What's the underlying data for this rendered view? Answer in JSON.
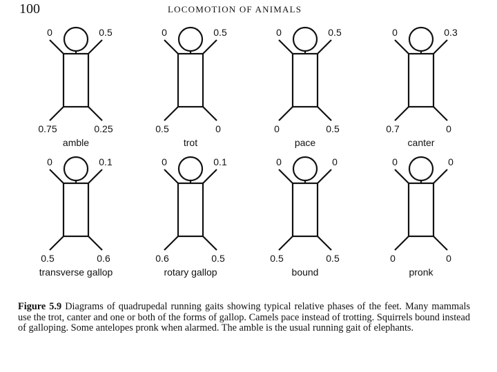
{
  "header": {
    "page_number": "100",
    "running_head": "LOCOMOTION OF ANIMALS"
  },
  "gaits": [
    {
      "name": "amble",
      "phases": {
        "left_fore": "0",
        "right_fore": "0.5",
        "left_hind": "0.75",
        "right_hind": "0.25"
      }
    },
    {
      "name": "trot",
      "phases": {
        "left_fore": "0",
        "right_fore": "0.5",
        "left_hind": "0.5",
        "right_hind": "0"
      }
    },
    {
      "name": "pace",
      "phases": {
        "left_fore": "0",
        "right_fore": "0.5",
        "left_hind": "0",
        "right_hind": "0.5"
      }
    },
    {
      "name": "canter",
      "phases": {
        "left_fore": "0",
        "right_fore": "0.3",
        "left_hind": "0.7",
        "right_hind": "0"
      }
    },
    {
      "name": "transverse gallop",
      "phases": {
        "left_fore": "0",
        "right_fore": "0.1",
        "left_hind": "0.5",
        "right_hind": "0.6"
      }
    },
    {
      "name": "rotary gallop",
      "phases": {
        "left_fore": "0",
        "right_fore": "0.1",
        "left_hind": "0.6",
        "right_hind": "0.5"
      }
    },
    {
      "name": "bound",
      "phases": {
        "left_fore": "0",
        "right_fore": "0",
        "left_hind": "0.5",
        "right_hind": "0.5"
      }
    },
    {
      "name": "pronk",
      "phases": {
        "left_fore": "0",
        "right_fore": "0",
        "left_hind": "0",
        "right_hind": "0"
      }
    }
  ],
  "caption": {
    "label": "Figure 5.9",
    "text": "Diagrams of quadrupedal running gaits showing typical relative phases of the feet. Many mammals use the trot, canter and one or both of the forms of gallop. Camels pace instead of trotting. Squirrels bound instead of galloping. Some antelopes pronk when alarmed. The amble is the usual running gait of elephants."
  }
}
